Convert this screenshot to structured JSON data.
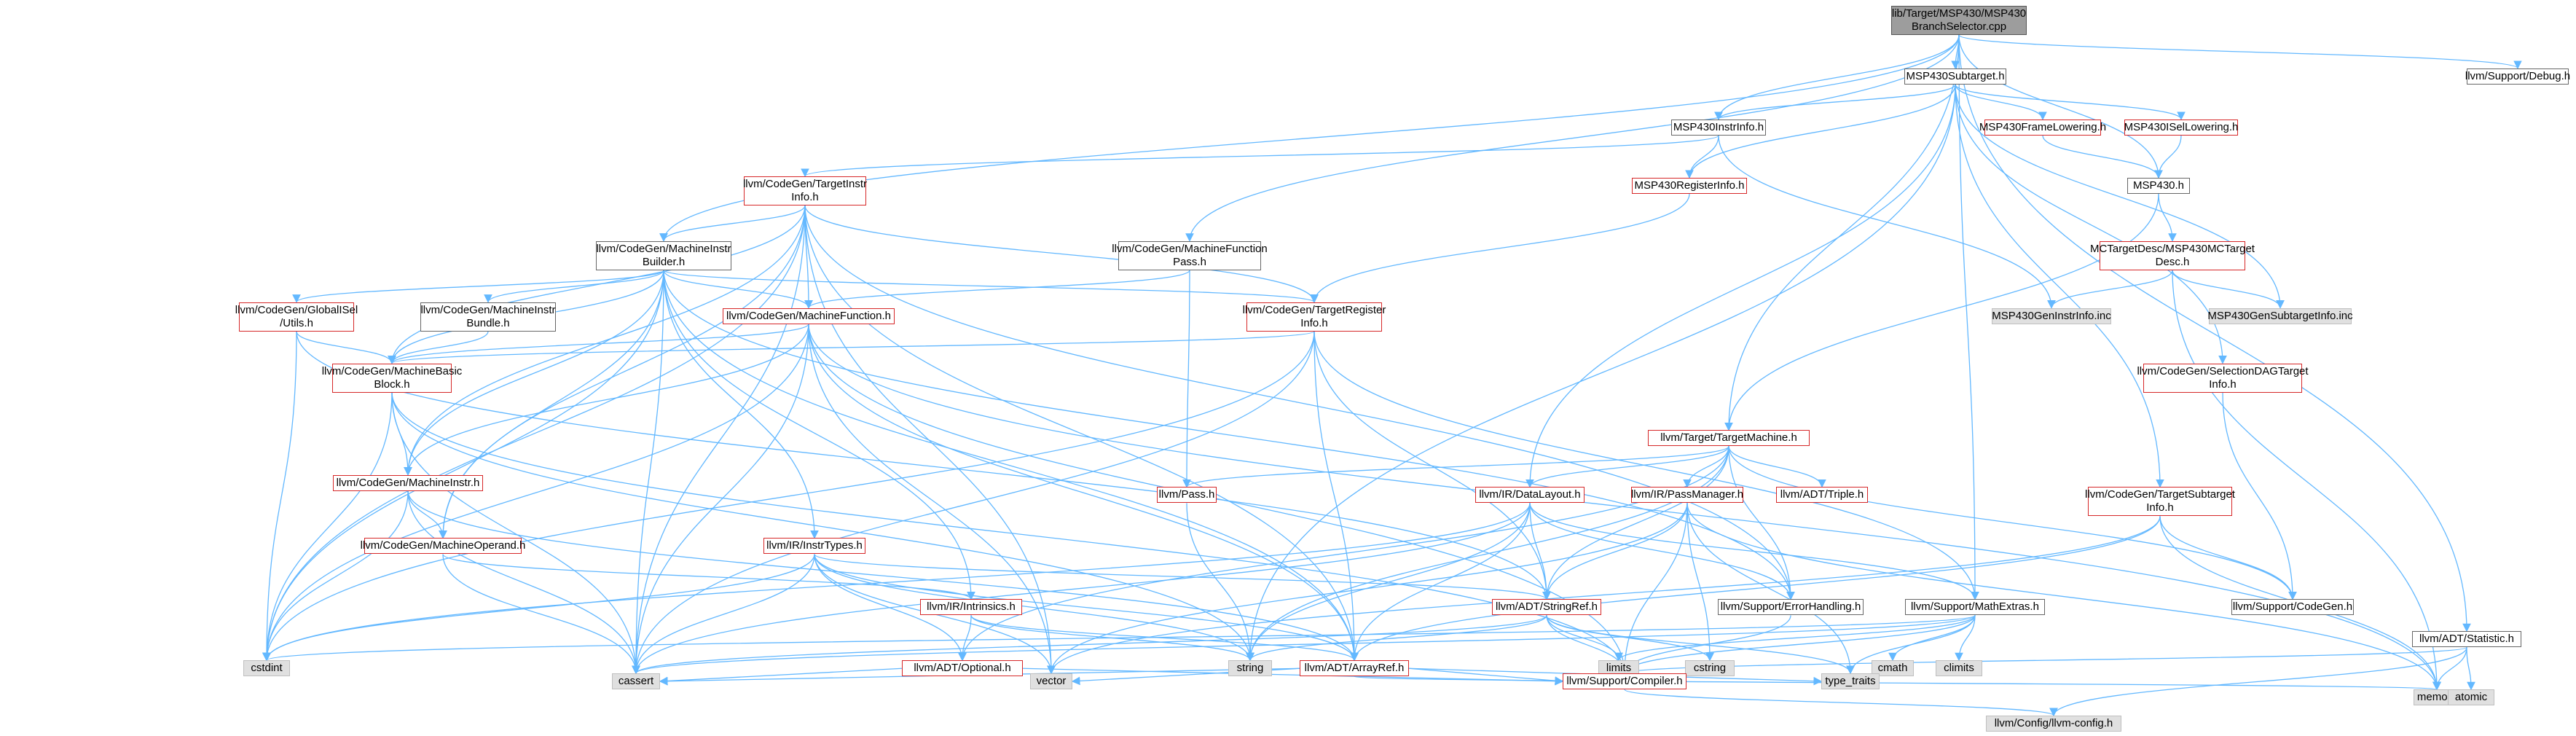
{
  "colors": {
    "edge": "#63b8ff",
    "red_border": "#d62728",
    "root_fill": "#9d9d9d",
    "ext_fill": "#e0e0e0"
  },
  "nodes": [
    {
      "id": "root",
      "label": "lib/Target/MSP430/MSP430\nBranchSelector.cpp",
      "kind": "root"
    },
    {
      "id": "subtarget",
      "label": "MSP430Subtarget.h",
      "kind": "plain"
    },
    {
      "id": "debug",
      "label": "llvm/Support/Debug.h",
      "kind": "plain"
    },
    {
      "id": "instrinfo",
      "label": "MSP430InstrInfo.h",
      "kind": "plain"
    },
    {
      "id": "framelow",
      "label": "MSP430FrameLowering.h",
      "kind": "red"
    },
    {
      "id": "isellow",
      "label": "MSP430ISelLowering.h",
      "kind": "red"
    },
    {
      "id": "tii",
      "label": "llvm/CodeGen/TargetInstr\nInfo.h",
      "kind": "red"
    },
    {
      "id": "reginfo",
      "label": "MSP430RegisterInfo.h",
      "kind": "red"
    },
    {
      "id": "msp430h",
      "label": "MSP430.h",
      "kind": "plain"
    },
    {
      "id": "mib",
      "label": "llvm/CodeGen/MachineInstr\nBuilder.h",
      "kind": "plain"
    },
    {
      "id": "mfp",
      "label": "llvm/CodeGen/MachineFunction\nPass.h",
      "kind": "plain"
    },
    {
      "id": "mcdesc",
      "label": "MCTargetDesc/MSP430MCTarget\nDesc.h",
      "kind": "red"
    },
    {
      "id": "gisel",
      "label": "llvm/CodeGen/GlobalISel\n/Utils.h",
      "kind": "red"
    },
    {
      "id": "mibundle",
      "label": "llvm/CodeGen/MachineInstr\nBundle.h",
      "kind": "plain"
    },
    {
      "id": "mf",
      "label": "llvm/CodeGen/MachineFunction.h",
      "kind": "red"
    },
    {
      "id": "tri",
      "label": "llvm/CodeGen/TargetRegister\nInfo.h",
      "kind": "red"
    },
    {
      "id": "geninstr",
      "label": "MSP430GenInstrInfo.inc",
      "kind": "ext"
    },
    {
      "id": "gensub",
      "label": "MSP430GenSubtargetInfo.inc",
      "kind": "ext"
    },
    {
      "id": "mbb",
      "label": "llvm/CodeGen/MachineBasic\nBlock.h",
      "kind": "red"
    },
    {
      "id": "sdagti",
      "label": "llvm/CodeGen/SelectionDAGTarget\nInfo.h",
      "kind": "red"
    },
    {
      "id": "tm",
      "label": "llvm/Target/TargetMachine.h",
      "kind": "red"
    },
    {
      "id": "mi",
      "label": "llvm/CodeGen/MachineInstr.h",
      "kind": "red"
    },
    {
      "id": "pass",
      "label": "llvm/Pass.h",
      "kind": "red"
    },
    {
      "id": "dl",
      "label": "llvm/IR/DataLayout.h",
      "kind": "red"
    },
    {
      "id": "pm",
      "label": "llvm/IR/PassManager.h",
      "kind": "red"
    },
    {
      "id": "triple",
      "label": "llvm/ADT/Triple.h",
      "kind": "red"
    },
    {
      "id": "tsti",
      "label": "llvm/CodeGen/TargetSubtarget\nInfo.h",
      "kind": "red"
    },
    {
      "id": "mo",
      "label": "llvm/CodeGen/MachineOperand.h",
      "kind": "red"
    },
    {
      "id": "instrtypes",
      "label": "llvm/IR/InstrTypes.h",
      "kind": "red"
    },
    {
      "id": "intrinsics",
      "label": "llvm/IR/Intrinsics.h",
      "kind": "red"
    },
    {
      "id": "stringref",
      "label": "llvm/ADT/StringRef.h",
      "kind": "red"
    },
    {
      "id": "errh",
      "label": "llvm/Support/ErrorHandling.h",
      "kind": "plain"
    },
    {
      "id": "mathextras",
      "label": "llvm/Support/MathExtras.h",
      "kind": "plain"
    },
    {
      "id": "codegen",
      "label": "llvm/Support/CodeGen.h",
      "kind": "plain"
    },
    {
      "id": "statistic",
      "label": "llvm/ADT/Statistic.h",
      "kind": "plain"
    },
    {
      "id": "cstdint",
      "label": "cstdint",
      "kind": "ext"
    },
    {
      "id": "string",
      "label": "string",
      "kind": "ext"
    },
    {
      "id": "limits",
      "label": "limits",
      "kind": "ext"
    },
    {
      "id": "cstring",
      "label": "cstring",
      "kind": "ext"
    },
    {
      "id": "cmath",
      "label": "cmath",
      "kind": "ext"
    },
    {
      "id": "climits",
      "label": "climits",
      "kind": "ext"
    },
    {
      "id": "optional",
      "label": "llvm/ADT/Optional.h",
      "kind": "red"
    },
    {
      "id": "arrayref",
      "label": "llvm/ADT/ArrayRef.h",
      "kind": "red"
    },
    {
      "id": "cassert",
      "label": "cassert",
      "kind": "ext"
    },
    {
      "id": "vector",
      "label": "vector",
      "kind": "ext"
    },
    {
      "id": "compiler",
      "label": "llvm/Support/Compiler.h",
      "kind": "red"
    },
    {
      "id": "typetraits",
      "label": "type_traits",
      "kind": "ext"
    },
    {
      "id": "memory",
      "label": "memory",
      "kind": "ext"
    },
    {
      "id": "atomic",
      "label": "atomic",
      "kind": "ext"
    },
    {
      "id": "llvmconfig",
      "label": "llvm/Config/llvm-config.h",
      "kind": "ext"
    }
  ],
  "edges": [
    [
      "root",
      "subtarget"
    ],
    [
      "root",
      "debug"
    ],
    [
      "root",
      "instrinfo"
    ],
    [
      "root",
      "msp430h"
    ],
    [
      "root",
      "mib"
    ],
    [
      "root",
      "mfp"
    ],
    [
      "root",
      "tm"
    ],
    [
      "root",
      "mathextras"
    ],
    [
      "root",
      "statistic"
    ],
    [
      "subtarget",
      "instrinfo"
    ],
    [
      "subtarget",
      "framelow"
    ],
    [
      "subtarget",
      "isellow"
    ],
    [
      "subtarget",
      "reginfo"
    ],
    [
      "subtarget",
      "gensub"
    ],
    [
      "subtarget",
      "sdagti"
    ],
    [
      "subtarget",
      "tsti"
    ],
    [
      "subtarget",
      "dl"
    ],
    [
      "subtarget",
      "string"
    ],
    [
      "framelow",
      "msp430h"
    ],
    [
      "isellow",
      "msp430h"
    ],
    [
      "instrinfo",
      "tii"
    ],
    [
      "instrinfo",
      "reginfo"
    ],
    [
      "instrinfo",
      "geninstr"
    ],
    [
      "reginfo",
      "tri"
    ],
    [
      "msp430h",
      "mcdesc"
    ],
    [
      "msp430h",
      "tm"
    ],
    [
      "mcdesc",
      "geninstr"
    ],
    [
      "mcdesc",
      "gensub"
    ],
    [
      "mcdesc",
      "memory"
    ],
    [
      "tii",
      "mib"
    ],
    [
      "tii",
      "mf"
    ],
    [
      "tii",
      "mbb"
    ],
    [
      "tii",
      "mi"
    ],
    [
      "tii",
      "mo"
    ],
    [
      "tii",
      "tri"
    ],
    [
      "tii",
      "arrayref"
    ],
    [
      "tii",
      "errh"
    ],
    [
      "tii",
      "cstdint"
    ],
    [
      "tii",
      "cassert"
    ],
    [
      "tii",
      "vector"
    ],
    [
      "mib",
      "gisel"
    ],
    [
      "mib",
      "mibundle"
    ],
    [
      "mib",
      "mf"
    ],
    [
      "mib",
      "mbb"
    ],
    [
      "mib",
      "mi"
    ],
    [
      "mib",
      "mo"
    ],
    [
      "mib",
      "tri"
    ],
    [
      "mib",
      "instrtypes"
    ],
    [
      "mib",
      "intrinsics"
    ],
    [
      "mib",
      "errh"
    ],
    [
      "mib",
      "arrayref"
    ],
    [
      "mib",
      "cstdint"
    ],
    [
      "mib",
      "cassert"
    ],
    [
      "mfp",
      "mf"
    ],
    [
      "mfp",
      "pass"
    ],
    [
      "gisel",
      "mbb"
    ],
    [
      "gisel",
      "stringref"
    ],
    [
      "gisel",
      "cstdint"
    ],
    [
      "mibundle",
      "mbb"
    ],
    [
      "mf",
      "mbb"
    ],
    [
      "mf",
      "mi"
    ],
    [
      "mf",
      "arrayref"
    ],
    [
      "mf",
      "compiler"
    ],
    [
      "mf",
      "cassert"
    ],
    [
      "mf",
      "cstdint"
    ],
    [
      "mf",
      "memory"
    ],
    [
      "mf",
      "vector"
    ],
    [
      "tri",
      "mbb"
    ],
    [
      "tri",
      "arrayref"
    ],
    [
      "tri",
      "stringref"
    ],
    [
      "tri",
      "mathextras"
    ],
    [
      "tri",
      "cassert"
    ],
    [
      "tri",
      "cstdint"
    ],
    [
      "sdagti",
      "codegen"
    ],
    [
      "mbb",
      "mi"
    ],
    [
      "mbb",
      "compiler"
    ],
    [
      "mbb",
      "cassert"
    ],
    [
      "mbb",
      "cstdint"
    ],
    [
      "mbb",
      "string"
    ],
    [
      "mi",
      "mo"
    ],
    [
      "mi",
      "arrayref"
    ],
    [
      "mi",
      "cassert"
    ],
    [
      "mi",
      "cstdint"
    ],
    [
      "mo",
      "intrinsics"
    ],
    [
      "mo",
      "cassert"
    ],
    [
      "tm",
      "pass"
    ],
    [
      "tm",
      "dl"
    ],
    [
      "tm",
      "pm"
    ],
    [
      "tm",
      "triple"
    ],
    [
      "tm",
      "stringref"
    ],
    [
      "tm",
      "errh"
    ],
    [
      "tm",
      "codegen"
    ],
    [
      "tm",
      "optional"
    ],
    [
      "tm",
      "string"
    ],
    [
      "pass",
      "string"
    ],
    [
      "dl",
      "stringref"
    ],
    [
      "dl",
      "arrayref"
    ],
    [
      "dl",
      "mathextras"
    ],
    [
      "dl",
      "errh"
    ],
    [
      "dl",
      "cassert"
    ],
    [
      "dl",
      "cstdint"
    ],
    [
      "dl",
      "string"
    ],
    [
      "pm",
      "stringref"
    ],
    [
      "pm",
      "compiler"
    ],
    [
      "pm",
      "cstring"
    ],
    [
      "pm",
      "memory"
    ],
    [
      "pm",
      "vector"
    ],
    [
      "pm",
      "typetraits"
    ],
    [
      "tsti",
      "arrayref"
    ],
    [
      "tsti",
      "codegen"
    ],
    [
      "tsti",
      "memory"
    ],
    [
      "tsti",
      "vector"
    ],
    [
      "instrtypes",
      "optional"
    ],
    [
      "instrtypes",
      "stringref"
    ],
    [
      "instrtypes",
      "arrayref"
    ],
    [
      "instrtypes",
      "cassert"
    ],
    [
      "instrtypes",
      "cstdint"
    ],
    [
      "instrtypes",
      "string"
    ],
    [
      "instrtypes",
      "vector"
    ],
    [
      "intrinsics",
      "optional"
    ],
    [
      "intrinsics",
      "arrayref"
    ],
    [
      "intrinsics",
      "string"
    ],
    [
      "stringref",
      "compiler"
    ],
    [
      "stringref",
      "limits"
    ],
    [
      "stringref",
      "cstring"
    ],
    [
      "stringref",
      "string"
    ],
    [
      "stringref",
      "typetraits"
    ],
    [
      "stringref",
      "cassert"
    ],
    [
      "errh",
      "compiler"
    ],
    [
      "mathextras",
      "compiler"
    ],
    [
      "mathextras",
      "cassert"
    ],
    [
      "mathextras",
      "climits"
    ],
    [
      "mathextras",
      "cmath"
    ],
    [
      "mathextras",
      "cstdint"
    ],
    [
      "mathextras",
      "limits"
    ],
    [
      "mathextras",
      "type_traits"
    ],
    [
      "mathextras",
      "typetraits"
    ],
    [
      "optional",
      "compiler"
    ],
    [
      "optional",
      "cassert"
    ],
    [
      "arrayref",
      "compiler"
    ],
    [
      "arrayref",
      "cassert"
    ],
    [
      "arrayref",
      "memory"
    ],
    [
      "arrayref",
      "vector"
    ],
    [
      "arrayref",
      "typetraits"
    ],
    [
      "compiler",
      "llvmconfig"
    ],
    [
      "statistic",
      "compiler"
    ],
    [
      "statistic",
      "llvmconfig"
    ],
    [
      "statistic",
      "atomic"
    ],
    [
      "statistic",
      "memory"
    ]
  ]
}
